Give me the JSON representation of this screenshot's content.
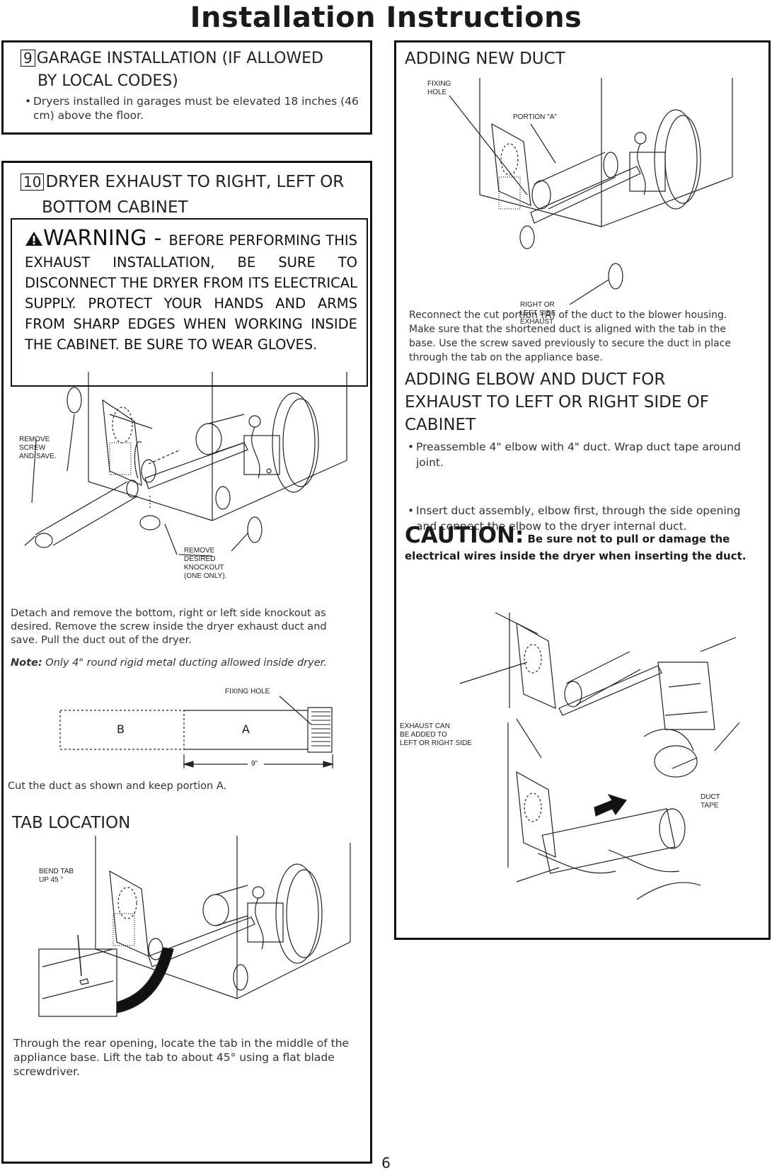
{
  "page": {
    "title": "Installation Instructions",
    "page_number": "6"
  },
  "garage": {
    "num": "9",
    "heading_line1": "GARAGE INSTALLATION (IF ALLOWED",
    "heading_line2": "BY LOCAL CODES)",
    "bullet": "Dryers installed in garages must be elevated 18 inches (46 cm) above the floor."
  },
  "exhaust": {
    "num": "10",
    "heading_line1": "DRYER EXHAUST TO RIGHT, LEFT OR",
    "heading_line2": "BOTTOM CABINET",
    "warning_word": "WARNING",
    "warning_text": "BEFORE PERFORMING THIS EXHAUST INSTALLATION, BE SURE TO DISCONNECT THE DRYER FROM ITS ELECTRICAL SUPPLY. PROTECT YOUR HANDS AND ARMS FROM SHARP EDGES WHEN WORKING INSIDE THE CABINET. BE SURE TO WEAR GLOVES.",
    "label_remove_screw_1": "REMOVE",
    "label_remove_screw_2": "SCREW",
    "label_remove_screw_3": "AND SAVE.",
    "label_knockout_1": "REMOVE",
    "label_knockout_2": "DESIRED",
    "label_knockout_3": "KNOCKOUT",
    "label_knockout_4": "(ONE ONLY).",
    "detach_text": "Detach and remove the bottom, right or left side knockout as desired. Remove the screw inside the dryer exhaust duct and save. Pull the duct out of the dryer.",
    "note_label": "Note:",
    "note_text": "Only 4\" round rigid metal ducting allowed inside dryer.",
    "fixing_hole_label": "FIXING HOLE",
    "label_b": "B",
    "label_a": "A",
    "dim_9": "9\"",
    "cut_text": "Cut the duct as shown and keep portion A."
  },
  "tab": {
    "heading": "TAB LOCATION",
    "bend_tab_1": "BEND TAB",
    "bend_tab_2": "UP 45 °",
    "text": "Through the rear opening, locate the tab in the middle of the appliance base. Lift the tab to about 45° using a flat blade screwdriver."
  },
  "adding_duct": {
    "heading": "ADDING NEW DUCT",
    "fixing_1": "FIXING",
    "fixing_2": "HOLE",
    "portion": "PORTION \"A\"",
    "right_1": "RIGHT OR",
    "right_2": "LEFT SIDE",
    "right_3": "EXHAUST",
    "text": "Reconnect the cut portion (A) of the duct to the blower housing. Make sure that the shortened duct is aligned with the tab in the base. Use the screw saved previously to secure the duct in place through the tab on the appliance base."
  },
  "elbow": {
    "heading_line1": "ADDING ELBOW AND DUCT FOR",
    "heading_line2": "EXHAUST TO LEFT OR RIGHT SIDE OF",
    "heading_line3": "CABINET",
    "bullet1": "Preassemble 4\" elbow with 4\" duct. Wrap duct tape around joint.",
    "bullet2": "Insert duct assembly, elbow first, through the side opening and connect the elbow to the dryer internal duct.",
    "caution_word": "CAUTION:",
    "caution_text_1": "Be sure not to pull or damage the",
    "caution_text_2": "electrical wires inside the dryer when inserting the duct.",
    "exhaust_1": "EXHAUST CAN",
    "exhaust_2": "BE ADDED TO",
    "exhaust_3": "LEFT OR RIGHT SIDE",
    "duct_1": "DUCT",
    "duct_2": "TAPE"
  },
  "icons": {
    "warning": "warning-triangle-icon",
    "arrow": "push-arrow-icon"
  }
}
